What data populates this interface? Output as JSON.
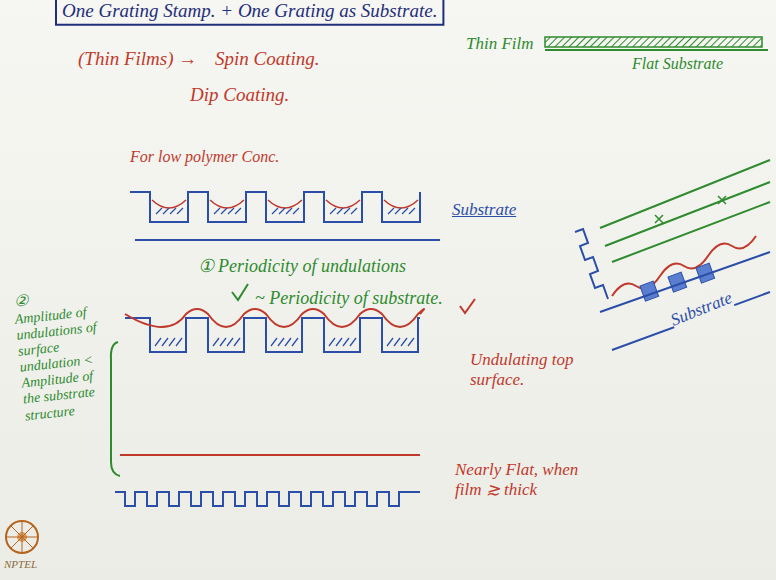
{
  "diagram": {
    "title": "One Grating Stamp. + One Grating as Substrate.",
    "labels": [
      "(Thin Films) →",
      "Spin Coating.",
      "Dip Coating.",
      "Thin Film",
      "Flat Substrate",
      "For low polymer Conc.",
      "Substrate",
      "①",
      "Periodicity of undulations",
      "~ Periodicity of substrate.",
      "Undulating top surface.",
      "Substrate",
      "②",
      "Amplitude of undulations of surface undulation < Amplitude of the substrate structure",
      "Nearly Flat, when film ≳ thick",
      "NPTEL"
    ]
  }
}
